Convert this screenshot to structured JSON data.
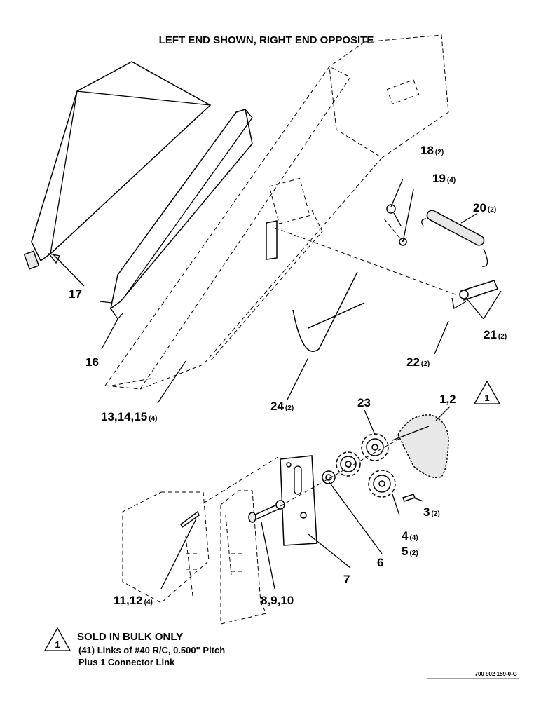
{
  "header": {
    "title": "LEFT END SHOWN, RIGHT END OPPOSITE"
  },
  "callouts": [
    {
      "number": "18",
      "qty": "(2)"
    },
    {
      "number": "19",
      "qty": "(4)"
    },
    {
      "number": "20",
      "qty": "(2)"
    },
    {
      "number": "17",
      "qty": ""
    },
    {
      "number": "21",
      "qty": "(2)"
    },
    {
      "number": "16",
      "qty": ""
    },
    {
      "number": "22",
      "qty": "(2)"
    },
    {
      "number": "24",
      "qty": "(2)"
    },
    {
      "number": "13,14,15",
      "qty": "(4)"
    },
    {
      "number": "23",
      "qty": ""
    },
    {
      "number": "1,2",
      "qty": ""
    },
    {
      "number": "3",
      "qty": "(2)"
    },
    {
      "number": "4",
      "qty": "(4)"
    },
    {
      "number": "5",
      "qty": "(2)"
    },
    {
      "number": "6",
      "qty": ""
    },
    {
      "number": "7",
      "qty": ""
    },
    {
      "number": "8,9,10",
      "qty": ""
    },
    {
      "number": "11,12",
      "qty": "(4)"
    }
  ],
  "flag": {
    "symbol": "1"
  },
  "note": {
    "flag_symbol": "1",
    "heading": "SOLD IN BULK ONLY",
    "line1": "(41) Links of #40 R/C, 0.500\" Pitch",
    "line2": "Plus 1 Connector Link"
  },
  "drawing_number": "700 902 159-0-G"
}
